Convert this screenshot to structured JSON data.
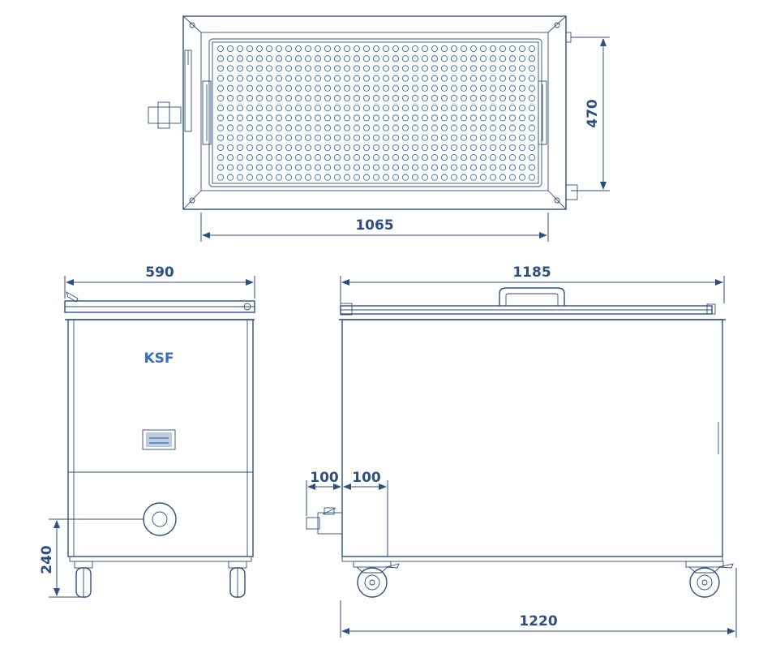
{
  "top_view": {
    "width_label": "1065",
    "depth_label": "470"
  },
  "front_view": {
    "width_label": "590",
    "height_label": "240",
    "brand_text": "KSF"
  },
  "side_view": {
    "lid_length_label": "1185",
    "overall_length_label": "1220",
    "valve_offset_label": "100",
    "valve_spacing_label": "100"
  },
  "colors": {
    "line": "#2f4f82",
    "accent": "#3a6cb8",
    "background": "#ffffff"
  }
}
